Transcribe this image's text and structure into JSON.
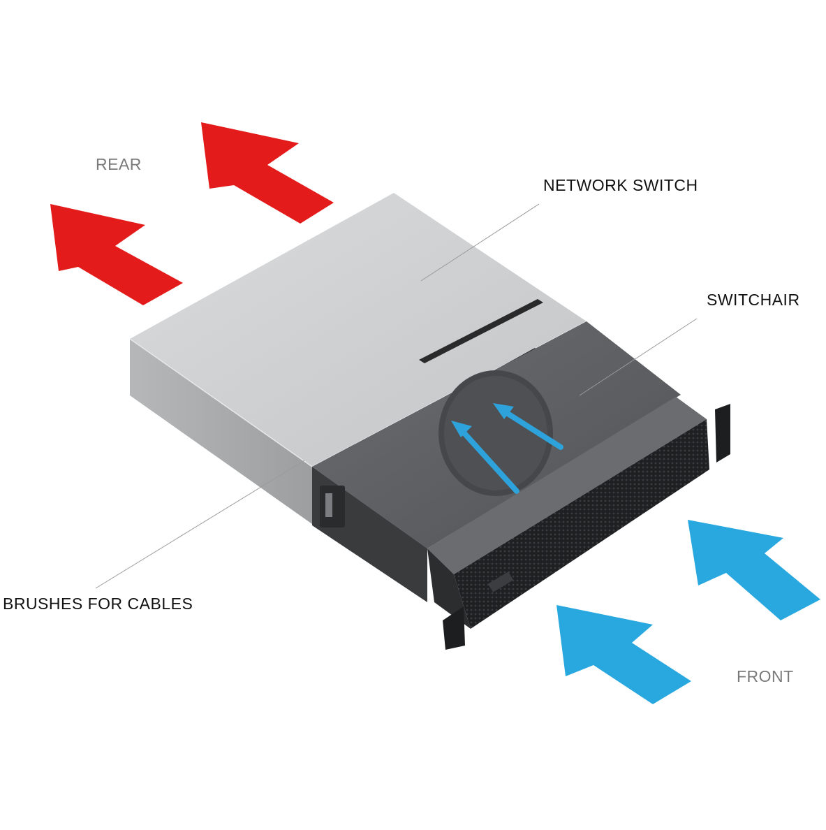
{
  "labels": {
    "rear": "REAR",
    "network_switch": "NETWORK SWITCH",
    "switchair": "SWITCHAIR",
    "brushes_for_cables": "BRUSHES FOR CABLES",
    "front": "FRONT"
  },
  "colors": {
    "hot_air_arrow": "#e31b1b",
    "cool_air_arrow": "#29a8e0",
    "switch_top": "#cfd1d3",
    "switch_side": "#a9abad",
    "switchair_body": "#5b5d60",
    "switchair_front": "#2b2c2e",
    "leader_line": "#9a9a9a"
  },
  "icons": [
    "exhaust-arrow-icon",
    "intake-arrow-icon",
    "airflow-arrow-icon"
  ]
}
